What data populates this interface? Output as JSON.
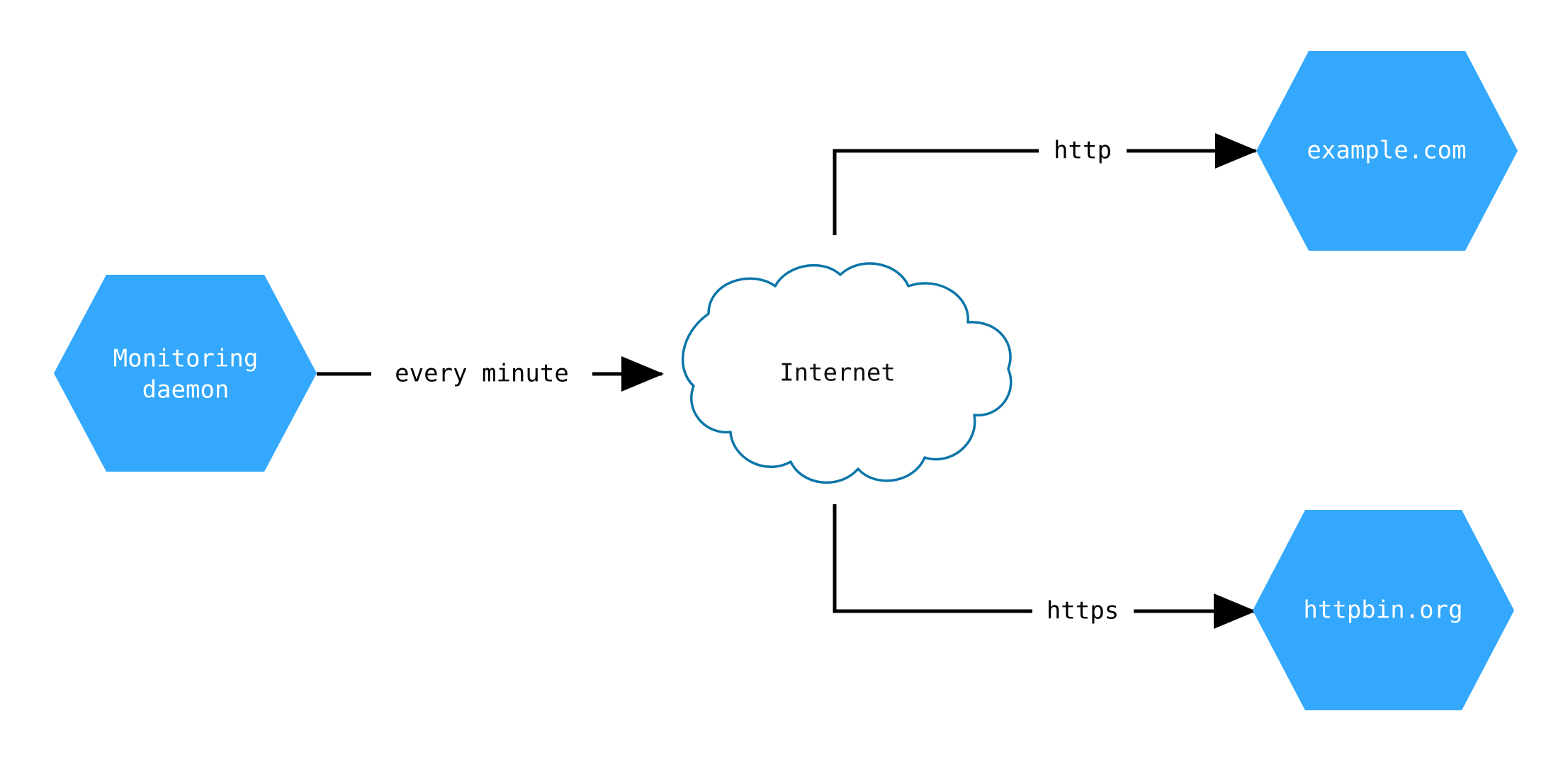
{
  "diagram": {
    "type": "network-flow-diagram",
    "background_color": "#ffffff",
    "palette": {
      "hexagon_fill": "#33a8fc",
      "hexagon_text": "#ffffff",
      "cloud_stroke": "#0b75a8",
      "cloud_fill": "#ffffff",
      "cloud_text": "#101010",
      "edge_color": "#000000"
    },
    "nodes": [
      {
        "id": "monitoring-daemon",
        "shape": "hexagon",
        "line1": "Monitoring",
        "line2": "daemon",
        "fill": "#33a8fc",
        "text_color": "#ffffff"
      },
      {
        "id": "internet",
        "shape": "cloud",
        "label": "Internet",
        "fill": "#ffffff",
        "stroke": "#0b75a8",
        "text_color": "#101010"
      },
      {
        "id": "example-com",
        "shape": "hexagon",
        "label": "example.com",
        "fill": "#33a8fc",
        "text_color": "#ffffff"
      },
      {
        "id": "httpbin-org",
        "shape": "hexagon",
        "label": "httpbin.org",
        "fill": "#33a8fc",
        "text_color": "#ffffff"
      }
    ],
    "edges": [
      {
        "id": "daemon-to-internet",
        "from": "monitoring-daemon",
        "to": "internet",
        "label": "every minute",
        "arrow": true
      },
      {
        "id": "internet-to-example",
        "from": "internet",
        "to": "example-com",
        "label": "http",
        "arrow": true
      },
      {
        "id": "internet-to-httpbin",
        "from": "internet",
        "to": "httpbin-org",
        "label": "https",
        "arrow": true
      }
    ]
  }
}
